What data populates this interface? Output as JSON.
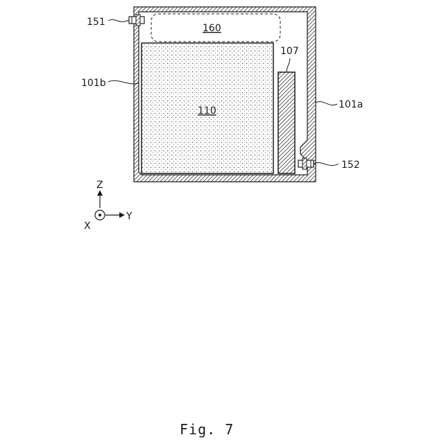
{
  "labels": {
    "ref_151": "151",
    "ref_160": "160",
    "ref_107": "107",
    "ref_101b": "101b",
    "ref_110": "110",
    "ref_101a": "101a",
    "ref_152": "152"
  },
  "axes": {
    "z": "Z",
    "y": "Y",
    "x": "X"
  },
  "caption": "Fig. 7"
}
